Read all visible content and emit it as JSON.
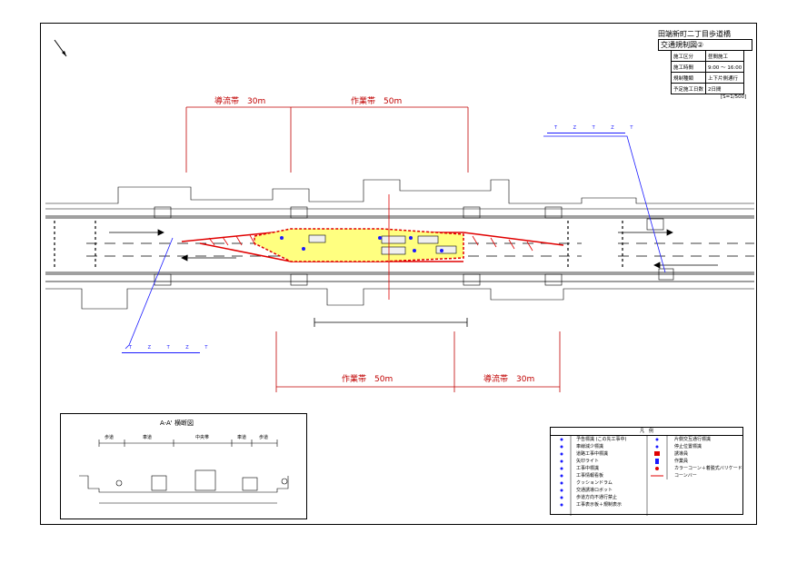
{
  "title": {
    "line1": "田端新町二丁目歩道橋",
    "line2": "交通規制図②"
  },
  "info_table": [
    [
      "施工区分",
      "昼間施工"
    ],
    [
      "施工時間",
      "9:00 ～ 16:00"
    ],
    [
      "規制種類",
      "上下片側通行"
    ],
    [
      "予定施工日数",
      "2日間"
    ]
  ],
  "scale": "[S=1/500]",
  "dims": {
    "top_guide": "導流帯　30m",
    "top_work": "作業帯　50m",
    "bottom_work": "作業帯　50m",
    "bottom_guide": "導流帯　30m"
  },
  "sign_group_label": "T Z T Z T",
  "inset": {
    "title": "A-A' 横断図",
    "sections": [
      "歩道",
      "車道",
      "中央帯",
      "車道",
      "歩道"
    ]
  },
  "legend": {
    "heading": "凡　例",
    "left": [
      "予告標識 (この先工事中)",
      "車線減少標識",
      "道路工事中標識",
      "矢印ライト",
      "工事中標識",
      "工事情報看板",
      "クッションドラム",
      "交通誘導ロボット",
      "歩道方向不通行禁止",
      "工事表示板＋規制表示"
    ],
    "right": [
      "片側交互通行標識",
      "停止位置標識",
      "誘導員",
      "作業員",
      "カラーコーン＋着脱式バリケード",
      "コーンバー"
    ]
  },
  "colors": {
    "road_line": "#000000",
    "dim_line": "#c00000",
    "work_zone": "#ffff80",
    "cone": "#e00000",
    "sign": "#1a1aff"
  }
}
